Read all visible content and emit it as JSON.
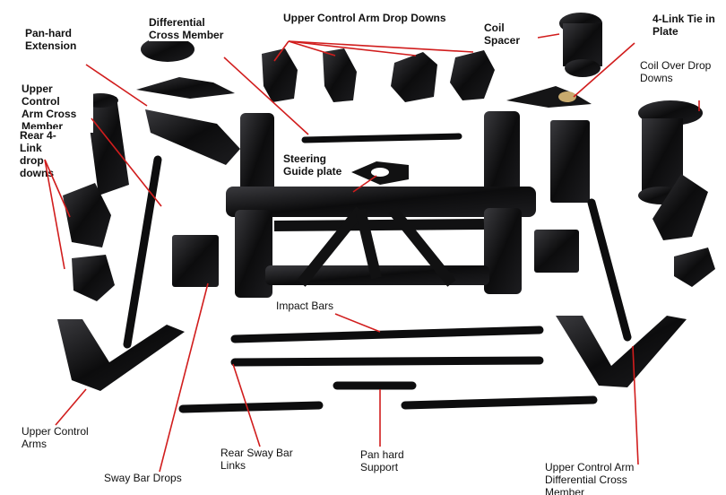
{
  "image": {
    "description_colors": {
      "background": "#ffffff",
      "parts": "#0b0b0c",
      "pointer_lines": "#d11d1d",
      "plate_highlight": "#c8aa6e"
    }
  },
  "labels": {
    "panhard_extension": "Pan-hard\nExtension",
    "differential_cross_member": "Differential\nCross Member",
    "ucad_title": "Upper Control Arm Drop Downs",
    "coil_spacer": "Coil\nSpacer",
    "four_link_tie": "4-Link Tie in\nPlate",
    "coil_over_drop": "Coil Over Drop\nDowns",
    "uca_cross_member": "Upper Control\nArm Cross\nMember",
    "rear_4link": "Rear 4-\nLink drop\ndowns",
    "steering_guide": "Steering\nGuide plate",
    "impact_bars": "Impact Bars",
    "upper_control_arms": "Upper Control\nArms",
    "sway_bar_drops": "Sway Bar Drops",
    "rear_sway_links": "Rear Sway Bar\nLinks",
    "panhard_support": "Pan hard\nSupport",
    "uca_diff_cross": "Upper Control Arm\nDifferential Cross\nMember"
  }
}
